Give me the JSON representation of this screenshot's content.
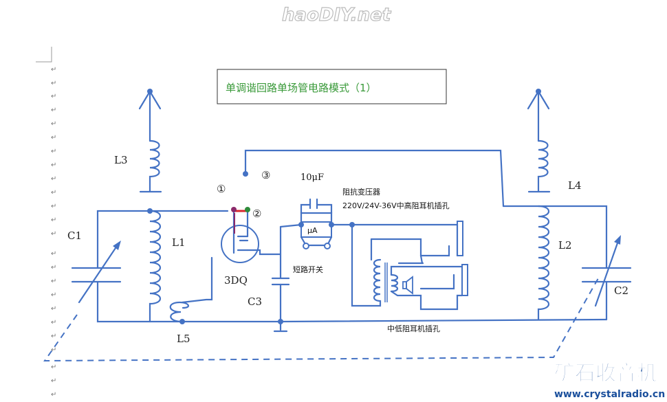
{
  "watermark_top": "haoDIY.net",
  "title": "单调谐回路单场管电路模式（1）",
  "labels": {
    "L3": "L3",
    "L4": "L4",
    "L1": "L1",
    "L2": "L2",
    "L5": "L5",
    "C1": "C1",
    "C2": "C2",
    "C3": "C3",
    "Q": "3DQ",
    "circle1": "①",
    "circle2": "②",
    "circle3": "③",
    "cap10": "10μF",
    "meter": "μA",
    "short_switch": "短路开关",
    "transformer": "阻抗变压器",
    "high_jack": "220V/24V-36V中高阻耳机插孔",
    "low_jack": "中低阻耳机插孔"
  },
  "paragraph_mark": "↵",
  "brand": {
    "name": "矿石收音机",
    "url": "www.crystalradio.cn",
    "color": "#1a4f9c"
  },
  "colors": {
    "wire": "#4472c4",
    "title": "#3a9a3a",
    "gate_red": "#d9262b",
    "gate_green": "#2e8b3a"
  }
}
